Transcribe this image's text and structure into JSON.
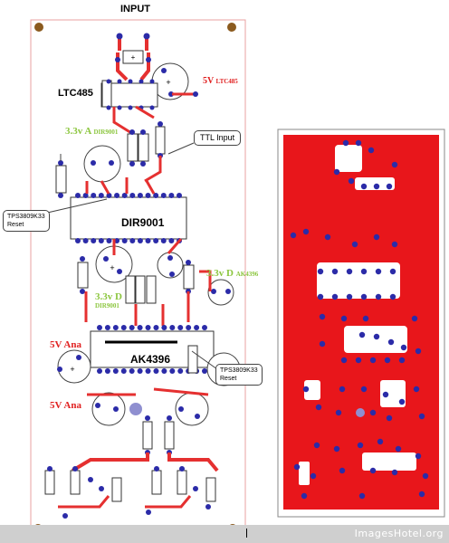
{
  "title": "INPUT",
  "chips": {
    "ltc485": "LTC485",
    "dir9001": "DIR9001",
    "ak4396": "AK4396"
  },
  "supply_labels": {
    "v5_ltc": "5V",
    "v5_ltc_sub": "LTC485",
    "v33a": "3.3v A",
    "v33a_sub": "DIR9001",
    "v33d_ak": "3.3v D",
    "v33d_ak_sub": "AK4396",
    "v33d_dir": "3.3v D",
    "v33d_dir_sub": "DIR9001",
    "v5_ana_1": "5V Ana",
    "v5_ana_2": "5V Ana"
  },
  "callouts": {
    "ttl_input": "TTL Input",
    "tps_reset_left_1": "TPS3809K33",
    "tps_reset_left_2": "Reset",
    "tps_reset_right_1": "TPS3809K33",
    "tps_reset_right_2": "Reset"
  },
  "watermark": "ImagesHotel.org",
  "colors": {
    "trace": "#e53030",
    "pad": "#2b2ba8",
    "board_red": "#e8161b",
    "corner_hole": "#8b5a1e",
    "outline": "#e8a0a0"
  }
}
